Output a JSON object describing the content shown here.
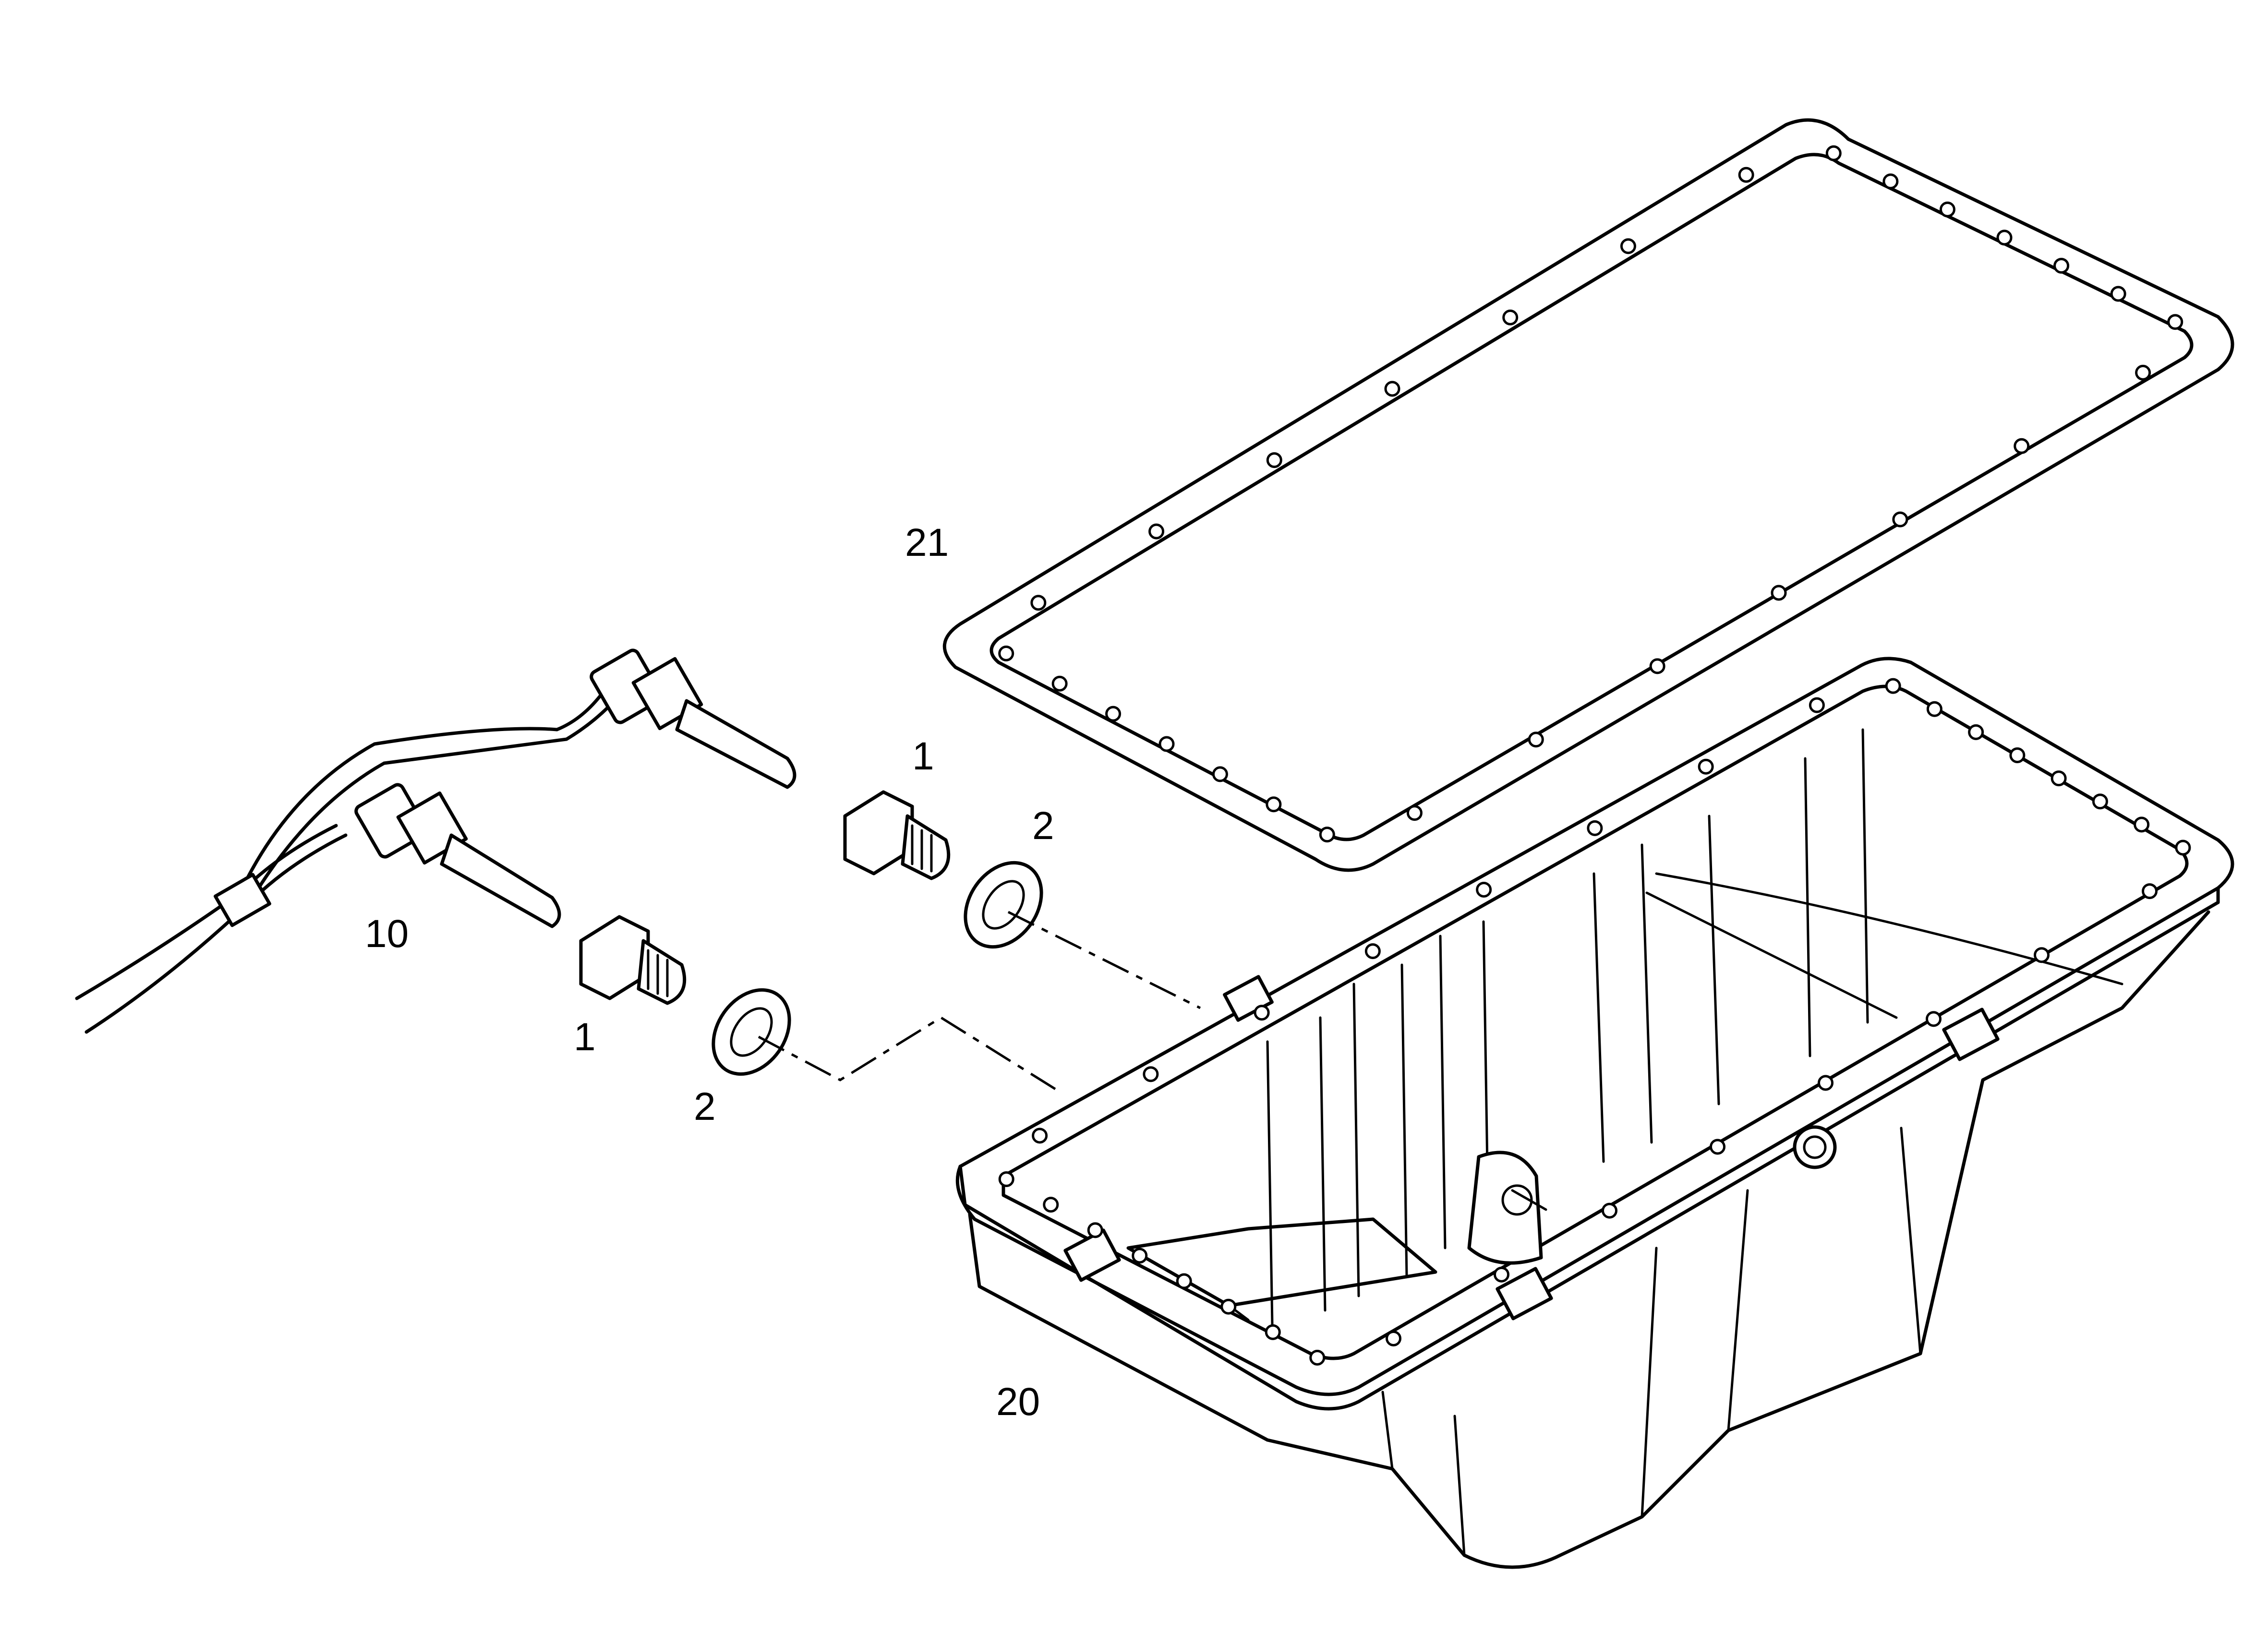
{
  "diagram": {
    "callouts": [
      {
        "id": "c21",
        "label": "21",
        "part": "oil-pan-gasket"
      },
      {
        "id": "c1a",
        "label": "1",
        "part": "drain-plug-upper"
      },
      {
        "id": "c2a",
        "label": "2",
        "part": "sealing-ring-upper"
      },
      {
        "id": "c10",
        "label": "10",
        "part": "oil-level-sensor-harness"
      },
      {
        "id": "c1b",
        "label": "1",
        "part": "drain-plug-lower"
      },
      {
        "id": "c2b",
        "label": "2",
        "part": "sealing-ring-lower"
      },
      {
        "id": "c20",
        "label": "20",
        "part": "oil-pan"
      }
    ],
    "line_color": "#000000",
    "background": "#ffffff"
  }
}
